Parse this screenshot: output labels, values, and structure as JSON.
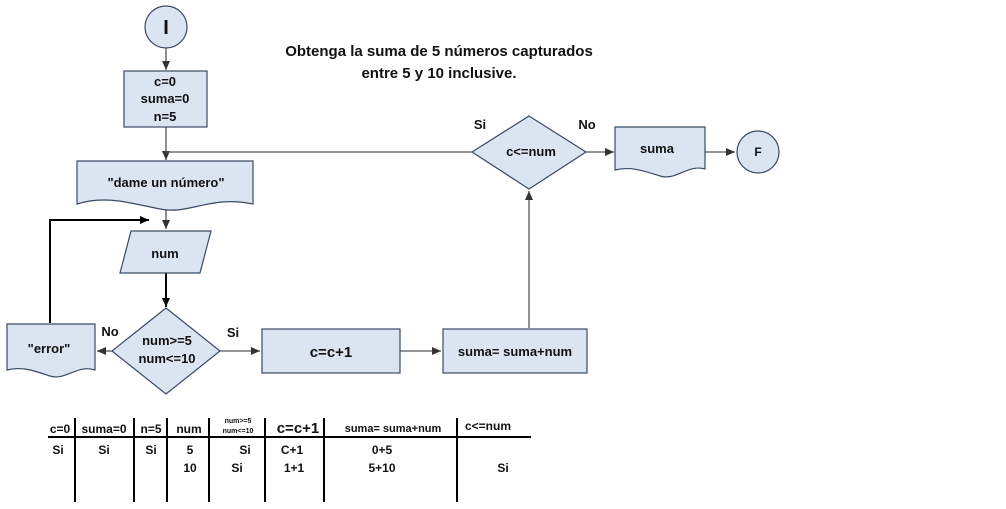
{
  "title": {
    "line1": "Obtenga la suma de 5 números capturados",
    "line2": "entre 5 y 10 inclusive."
  },
  "flowchart": {
    "start": "I",
    "init": [
      "c=0",
      "suma=0",
      "n=5"
    ],
    "prompt": "\"dame un número\"",
    "input": "num",
    "validate": [
      "num>=5",
      "num<=10"
    ],
    "validate_no": "No",
    "validate_yes": "Si",
    "error": "\"error\"",
    "increment": "c=c+1",
    "accumulate": "suma= suma+num",
    "loop_condition": "c<=num",
    "loop_yes": "Si",
    "loop_no": "No",
    "output": "suma",
    "end": "F"
  },
  "trace_table": {
    "headers": [
      "c=0",
      "suma=0",
      "n=5",
      "num",
      [
        "num>=5",
        "num<=10"
      ],
      "c=c+1",
      "suma= suma+num",
      "c<=num"
    ],
    "row1": [
      "Si",
      "Si",
      "Si",
      "5",
      "Si",
      "C+1",
      "0+5",
      ""
    ],
    "row2": [
      "",
      "",
      "",
      "10",
      "Si",
      "1+1",
      "5+10",
      "Si"
    ]
  }
}
